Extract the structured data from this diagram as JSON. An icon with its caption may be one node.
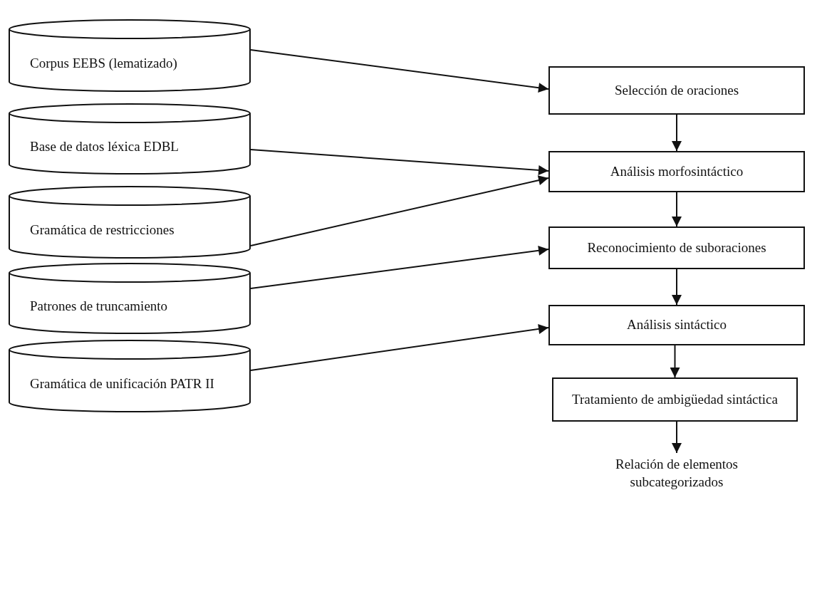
{
  "diagram": {
    "nodes": [
      {
        "text": [
          "Corpus EEBS (lematizado)"
        ]
      },
      {
        "text": [
          "Base de datos léxica EDBL"
        ]
      },
      {
        "text": [
          "Gramática de restricciones"
        ]
      },
      {
        "text": [
          "Patrones de truncamiento"
        ]
      },
      {
        "text": [
          "Gramática de unificación PATR II"
        ]
      },
      {
        "text": [
          "Selección de oraciones"
        ]
      },
      {
        "text": [
          "Análisis morfosintáctico"
        ]
      },
      {
        "text": [
          "Reconocimiento de suboraciones"
        ]
      },
      {
        "text": [
          "Análisis sintáctico"
        ]
      },
      {
        "text": [
          "Tratamiento de ambigüedad sintáctica"
        ]
      },
      {
        "text": [
          "Relación de elementos subcategorizados"
        ]
      }
    ],
    "edges": [
      {
        "from": 0,
        "to": 5,
        "arrow": "to"
      },
      {
        "from": 1,
        "to": 6,
        "arrow": "to"
      },
      {
        "from": 2,
        "to": 6,
        "arrow": "to"
      },
      {
        "from": 3,
        "to": 7,
        "arrow": "to"
      },
      {
        "from": 4,
        "to": 8,
        "arrow": "to"
      },
      {
        "from": 5,
        "to": 6,
        "arrow": "to"
      },
      {
        "from": 6,
        "to": 7,
        "arrow": "to"
      },
      {
        "from": 7,
        "to": 8,
        "arrow": "to"
      },
      {
        "from": 8,
        "to": 9,
        "arrow": "to"
      },
      {
        "from": 9,
        "to": 10,
        "arrow": "to"
      }
    ]
  }
}
